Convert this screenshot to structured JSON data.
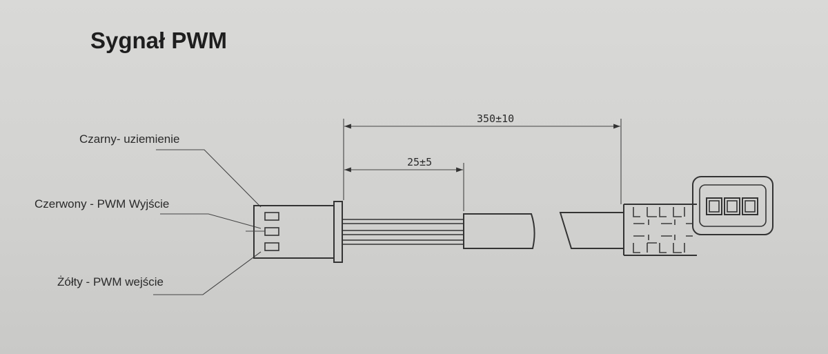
{
  "title": "Sygnał PWM",
  "wires": [
    {
      "label": "Czarny- uziemienie"
    },
    {
      "label": "Czerwony - PWM Wyjście"
    },
    {
      "label": "Żółty - PWM wejście"
    }
  ],
  "dimensions": {
    "total": "350±10",
    "sleeve": "25±5"
  }
}
